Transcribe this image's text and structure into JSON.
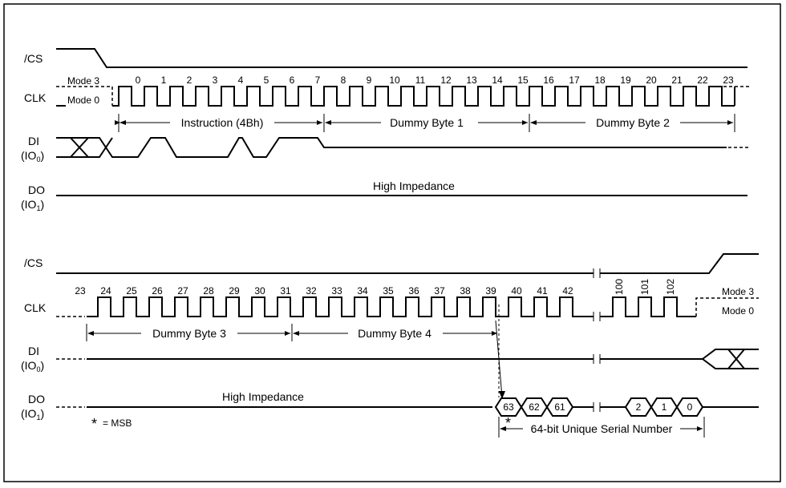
{
  "signals": {
    "cs": "/CS",
    "clk": "CLK",
    "di": "DI",
    "di_io": "IO",
    "di_sub": "0",
    "do": "DO",
    "do_io": "IO",
    "do_sub": "1"
  },
  "modes": {
    "mode3": "Mode 3",
    "mode0": "Mode 0"
  },
  "clock_numbers_top": [
    "0",
    "1",
    "2",
    "3",
    "4",
    "5",
    "6",
    "7",
    "8",
    "9",
    "10",
    "11",
    "12",
    "13",
    "14",
    "15",
    "16",
    "17",
    "18",
    "19",
    "20",
    "21",
    "22",
    "23"
  ],
  "clock_numbers_bottom": [
    "23",
    "24",
    "25",
    "26",
    "27",
    "28",
    "29",
    "30",
    "31",
    "32",
    "33",
    "34",
    "35",
    "36",
    "37",
    "38",
    "39",
    "40",
    "41",
    "42"
  ],
  "clock_numbers_tail": [
    "100",
    "101",
    "102"
  ],
  "segments": {
    "instruction": "Instruction (4Bh)",
    "dummy1": "Dummy Byte 1",
    "dummy2": "Dummy Byte 2",
    "dummy3": "Dummy Byte 3",
    "dummy4": "Dummy Byte 4",
    "serial": "64-bit Unique Serial Number"
  },
  "high_impedance": "High Impedance",
  "msb_star": "*",
  "msb_note": "= MSB",
  "do_bits_left": [
    "63",
    "62",
    "61"
  ],
  "do_bits_right": [
    "2",
    "1",
    "0"
  ]
}
